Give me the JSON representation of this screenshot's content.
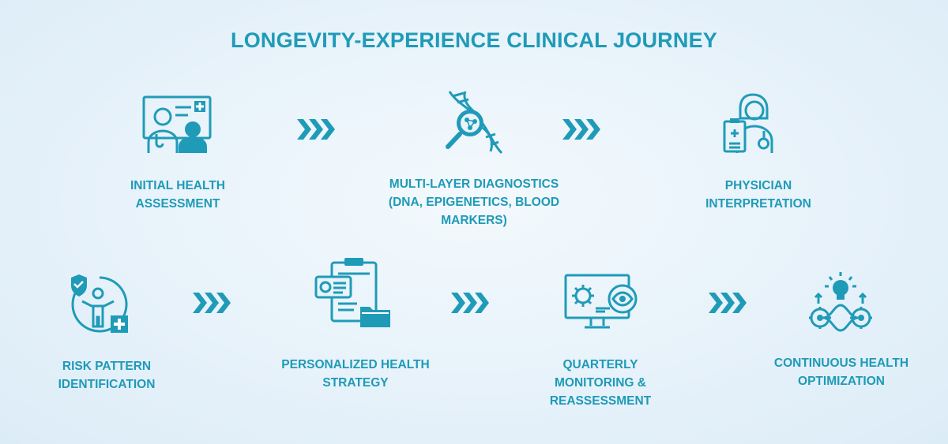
{
  "title": "LONGEVITY-EXPERIENCE CLINICAL JOURNEY",
  "colors": {
    "accent": "#1f9bb8",
    "background": "#e7f2fa"
  },
  "steps": [
    {
      "label": "INITIAL HEALTH\nASSESSMENT",
      "icon": "doctor-patient-monitor-icon"
    },
    {
      "label": "MULTI-LAYER DIAGNOSTICS\n(DNA, EPIGENETICS, BLOOD\nMARKERS)",
      "icon": "dna-magnifier-icon"
    },
    {
      "label": "PHYSICIAN\nINTERPRETATION",
      "icon": "physician-clipboard-icon"
    },
    {
      "label": "RISK PATTERN\nIDENTIFICATION",
      "icon": "person-shield-icon"
    },
    {
      "label": "PERSONALIZED HEALTH\nSTRATEGY",
      "icon": "clipboard-folder-icon"
    },
    {
      "label": "QUARTERLY\nMONITORING &\nREASSESSMENT",
      "icon": "monitor-gear-eye-icon"
    },
    {
      "label": "CONTINUOUS HEALTH\nOPTIMIZATION",
      "icon": "lightbulb-gears-icon"
    }
  ]
}
